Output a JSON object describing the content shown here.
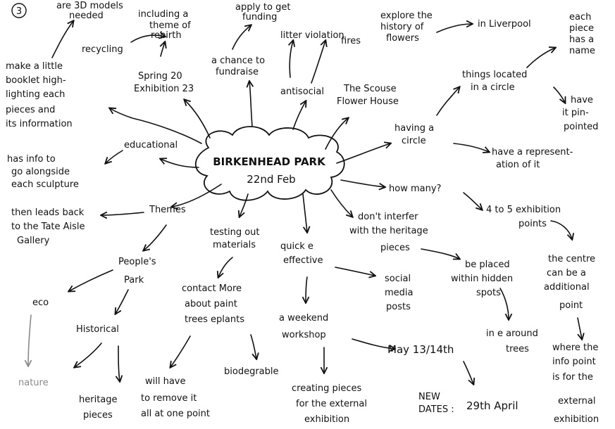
{
  "page_number": "3",
  "center": {
    "title": "BIRKENHEAD PARK",
    "date": "22nd Feb"
  },
  "nodes": {
    "are_3d": [
      "are 3D models",
      "needed"
    ],
    "including_theme": [
      "including a",
      "theme of",
      "rebirth"
    ],
    "recycling": [
      "recycling"
    ],
    "apply_funding": [
      "apply to get",
      "funding"
    ],
    "litter": [
      "litter violation"
    ],
    "explore": [
      "explore the",
      "history of",
      "flowers"
    ],
    "liverpool": [
      "in Liverpool"
    ],
    "each_piece": [
      "each",
      "piece",
      "has a",
      "name"
    ],
    "make_booklet": [
      "make a little",
      "booklet high-",
      "lighting each",
      "pieces and",
      "its information"
    ],
    "spring": [
      "Spring 20",
      "Exhibition 23"
    ],
    "chance": [
      "a chance to",
      "fundraise"
    ],
    "fires": [
      "fires"
    ],
    "antisocial": [
      "antisocial"
    ],
    "scouse": [
      "The Scouse",
      "Flower House"
    ],
    "things_circle": [
      "things located",
      "in a circle"
    ],
    "have_pin": [
      "have",
      "it pin-",
      "pointed"
    ],
    "educational": [
      "educational"
    ],
    "having_circle": [
      "having a",
      "circle"
    ],
    "has_info": [
      "has info to",
      "go alongside",
      "each sculpture"
    ],
    "representation": [
      "have a represent-",
      "ation of it"
    ],
    "how_many": [
      "how many?"
    ],
    "then_leads": [
      "then leads back",
      "to the Tate Aisle",
      "Gallery"
    ],
    "themes": [
      "Themes"
    ],
    "four_five": [
      "4 to 5 exhibition",
      "points"
    ],
    "testing": [
      "testing out",
      "materials"
    ],
    "dont_interfere": [
      "don't interfer",
      "with the heritage",
      "pieces"
    ],
    "quick": [
      "quick e",
      "effective"
    ],
    "peoples": [
      "People's",
      "Park"
    ],
    "centre": [
      "the centre",
      "can be a",
      "additional",
      "point"
    ],
    "be_placed": [
      "be placed",
      "within hidden",
      "spots"
    ],
    "contact": [
      "contact More",
      "about paint",
      "trees eplants"
    ],
    "social": [
      "social",
      "media",
      "posts"
    ],
    "eco": [
      "eco"
    ],
    "historical": [
      "Historical"
    ],
    "weekend": [
      "a weekend",
      "workshop"
    ],
    "in_around": [
      "in e around",
      "trees"
    ],
    "may": [
      "May 13/14th"
    ],
    "where_info": [
      "where the",
      "info point",
      "is for the",
      "external",
      "exhibition"
    ],
    "biodegradable": [
      "biodegrable"
    ],
    "will_have": [
      "will have",
      "to remove it",
      "all at one point"
    ],
    "nature": [
      "nature"
    ],
    "heritage_pieces": [
      "heritage",
      "pieces"
    ],
    "creating": [
      "creating pieces",
      "for the external",
      "exhibition"
    ],
    "new_dates": [
      "NEW",
      "DATES :"
    ],
    "april": [
      "29th April"
    ]
  }
}
